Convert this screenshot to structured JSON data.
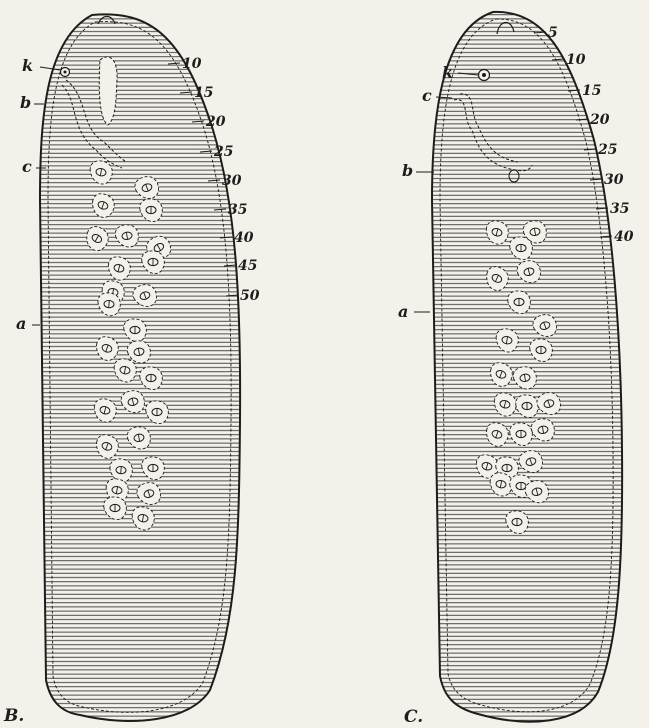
{
  "figure_b": {
    "panel_label": "B.",
    "side_labels": {
      "k": "k",
      "b": "b",
      "c": "c",
      "a": "a"
    },
    "scale_marks": [
      "10",
      "15",
      "20",
      "25",
      "30",
      "35",
      "40",
      "45",
      "50"
    ]
  },
  "figure_c": {
    "panel_label": "C.",
    "side_labels": {
      "k": "k",
      "c": "c",
      "b": "b",
      "a": "a"
    },
    "scale_marks": [
      "5",
      "10",
      "15",
      "20",
      "25",
      "30",
      "35",
      "40"
    ]
  },
  "colors": {
    "paper": "#f3f1ea",
    "ink": "#1d1d1d"
  }
}
